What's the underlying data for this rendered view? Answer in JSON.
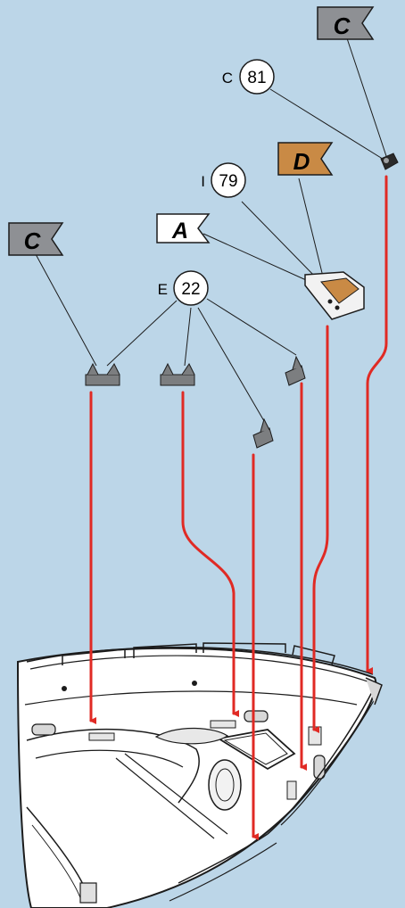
{
  "colors": {
    "background": "#bcd6e8",
    "arrow": "#e02a24",
    "flag_gray": "#8e9094",
    "flag_white": "#ffffff",
    "flag_orange": "#c98a45",
    "part_fill": "#7c7e80",
    "hull_fill": "#ffffff",
    "outline": "#1c1c1c"
  },
  "callouts": [
    {
      "id": "c81",
      "prefix": "C",
      "number": "81"
    },
    {
      "id": "i79",
      "prefix": "I",
      "number": "79"
    },
    {
      "id": "e22",
      "prefix": "E",
      "number": "22"
    }
  ],
  "flags": [
    {
      "id": "flag-c-top",
      "letter": "C",
      "color": "gray"
    },
    {
      "id": "flag-d",
      "letter": "D",
      "color": "orange"
    },
    {
      "id": "flag-a",
      "letter": "A",
      "color": "white"
    },
    {
      "id": "flag-c-left",
      "letter": "C",
      "color": "gray"
    }
  ]
}
